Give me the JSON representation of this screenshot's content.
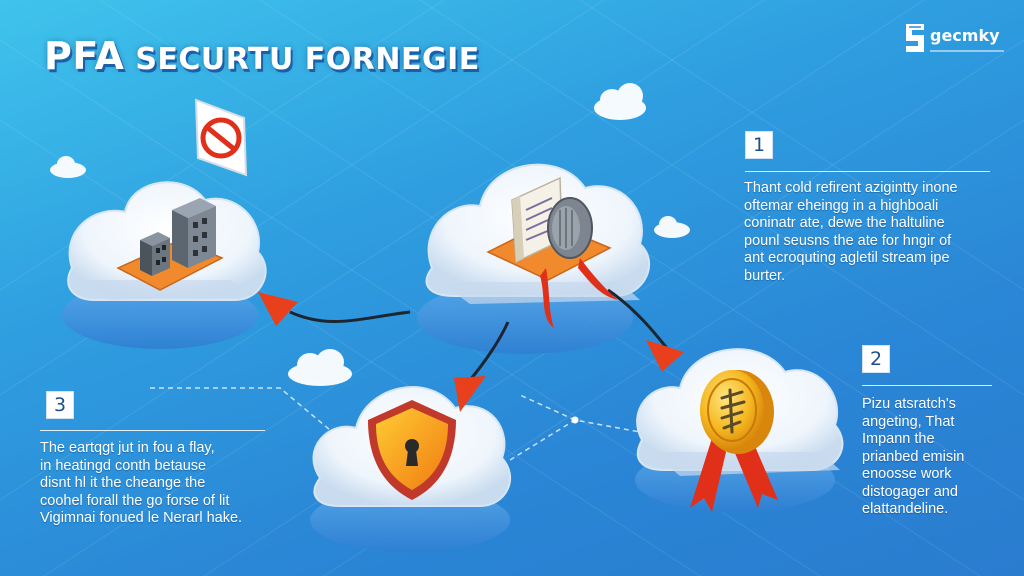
{
  "header": {
    "title_accent": "PFA",
    "title_rest": "SECURTU FORNEGIE",
    "logo_text": "gecmky"
  },
  "steps": [
    {
      "number": "1",
      "lines": [
        "Thant cold refirent azigintty inone",
        "oftemar eheingg in a highboali",
        "coninatr ate, dewe the haltuline",
        "pounl seusns the ate for hngir of",
        "ant ecroquting agletil stream ipe",
        "burter."
      ]
    },
    {
      "number": "2",
      "lines": [
        "Pizu atsratch's",
        "angeting, That",
        "Impann the",
        "prianbed emisin",
        "enoosse work",
        "distogager and",
        "elattandeline."
      ]
    },
    {
      "number": "3",
      "lines": [
        "The eartqgt jut in fou a flay,",
        "in heatingd conth betause",
        "disnt hl it the cheange the",
        "coohel forall the go forse of lit",
        "Vigimnai fonued le Nerarl hake."
      ]
    }
  ],
  "colors": {
    "background_top": "#3fc4ec",
    "background_bottom": "#2a7ccf",
    "arrow_red": "#e8401c",
    "shield_orange": "#f6a21a",
    "coin_gold": "#f5b820",
    "platform_orange": "#f08a2c"
  },
  "icons": [
    "no-entry-sign-icon",
    "server-rack-icon",
    "document-shield-icon",
    "shield-keyhole-icon",
    "gold-coin-icon",
    "cloud-icon"
  ]
}
